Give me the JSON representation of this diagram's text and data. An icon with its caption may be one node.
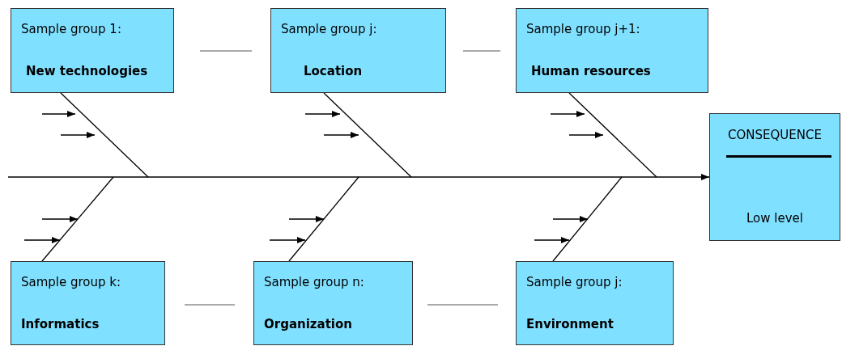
{
  "diagram": {
    "nodes": [
      {
        "text": [
          "Sample group 1:",
          "New technologies"
        ]
      },
      {
        "text": [
          "Sample group j:",
          "Location"
        ]
      },
      {
        "text": [
          "Sample group j+1:",
          "Human resources"
        ]
      },
      {
        "text": [
          "Sample group k:",
          "Informatics"
        ]
      },
      {
        "text": [
          "Sample group n:",
          "Organization"
        ]
      },
      {
        "text": [
          "Sample group j:",
          "Environment"
        ]
      },
      {
        "text": [
          "CONSEQUENCE",
          "Low level"
        ]
      }
    ],
    "edges": [
      {
        "from": null,
        "to": 6,
        "arrow": "to"
      },
      {
        "from": 0,
        "to": null,
        "arrow": "none"
      },
      {
        "from": 1,
        "to": null,
        "arrow": "none"
      },
      {
        "from": 2,
        "to": null,
        "arrow": "none"
      },
      {
        "from": 3,
        "to": null,
        "arrow": "none"
      },
      {
        "from": 4,
        "to": null,
        "arrow": "none"
      },
      {
        "from": 5,
        "to": null,
        "arrow": "none"
      }
    ]
  }
}
